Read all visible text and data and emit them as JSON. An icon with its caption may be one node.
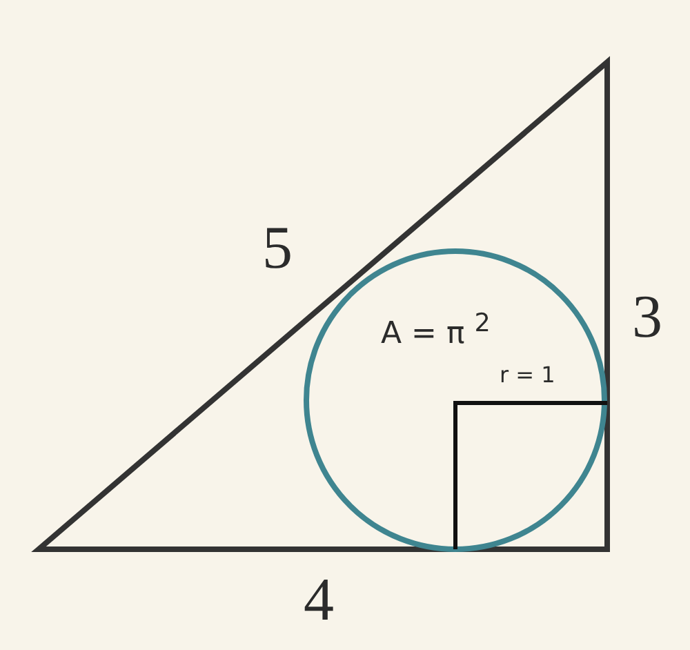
{
  "diagram": {
    "labels": [
      "5",
      "3",
      "A = π $^{2}$",
      "r = 1",
      "4"
    ]
  }
}
